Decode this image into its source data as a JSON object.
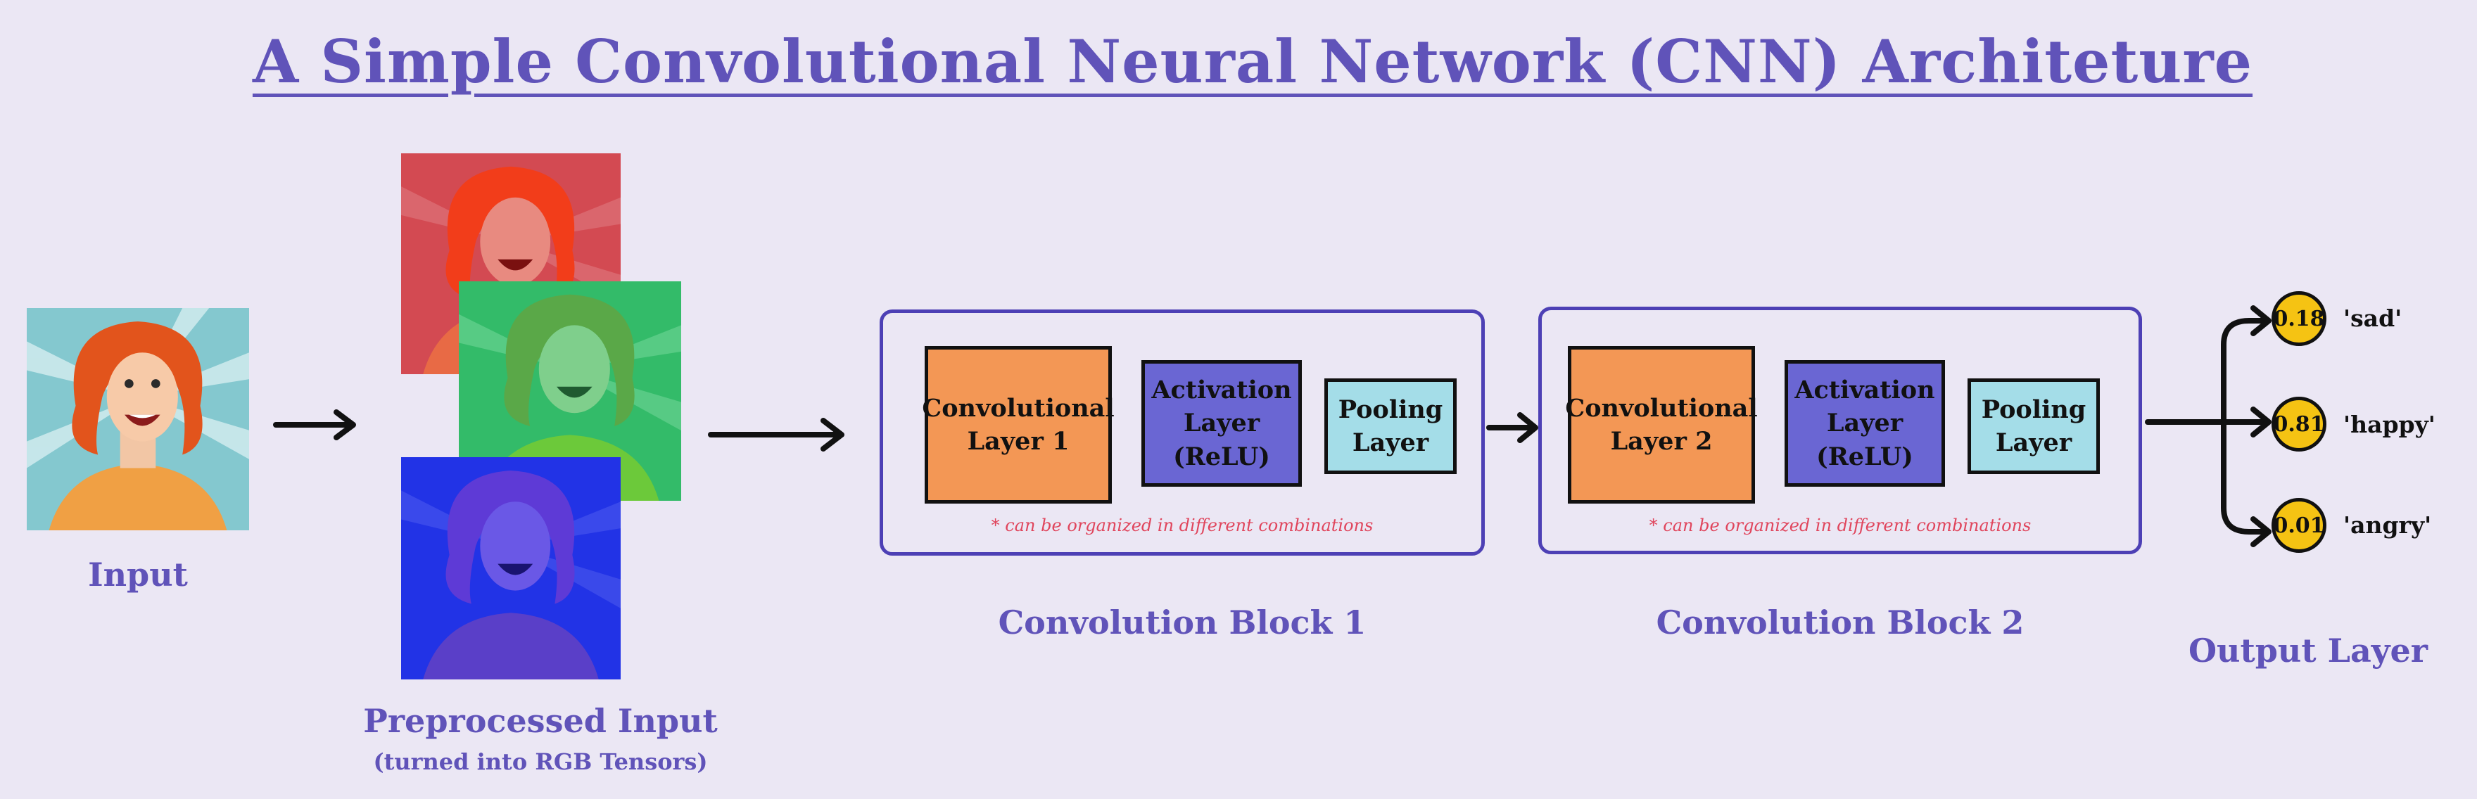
{
  "title": "A Simple Convolutional Neural Network (CNN) Architeture",
  "input": {
    "caption": "Input"
  },
  "preprocessed": {
    "caption": "Preprocessed Input",
    "subcaption": "(turned into RGB Tensors)",
    "channels": [
      {
        "name": "red",
        "color": "#d34a52"
      },
      {
        "name": "green",
        "color": "#33bb69"
      },
      {
        "name": "blue",
        "color": "#2233e6"
      }
    ]
  },
  "blocks": [
    {
      "caption": "Convolution Block 1",
      "conv_label": "Convolutional Layer 1",
      "activation_label": "Activation Layer (ReLU)",
      "pooling_label": "Pooling Layer",
      "note": "* can be organized in different combinations"
    },
    {
      "caption": "Convolution Block 2",
      "conv_label": "Convolutional Layer 2",
      "activation_label": "Activation Layer (ReLU)",
      "pooling_label": "Pooling Layer",
      "note": "* can be organized in different combinations"
    }
  ],
  "output": {
    "caption": "Output Layer",
    "nodes": [
      {
        "value": "0.18",
        "label": "'sad'"
      },
      {
        "value": "0.81",
        "label": "'happy'"
      },
      {
        "value": "0.01",
        "label": "'angry'"
      }
    ]
  },
  "colors": {
    "background": "#ebe7f4",
    "accent": "#6053b9",
    "block_border": "#4d40b5",
    "conv": "#f39755",
    "activation": "#6a66d3",
    "pooling": "#a4dde8",
    "note": "#e0455c",
    "node": "#f5c313"
  }
}
